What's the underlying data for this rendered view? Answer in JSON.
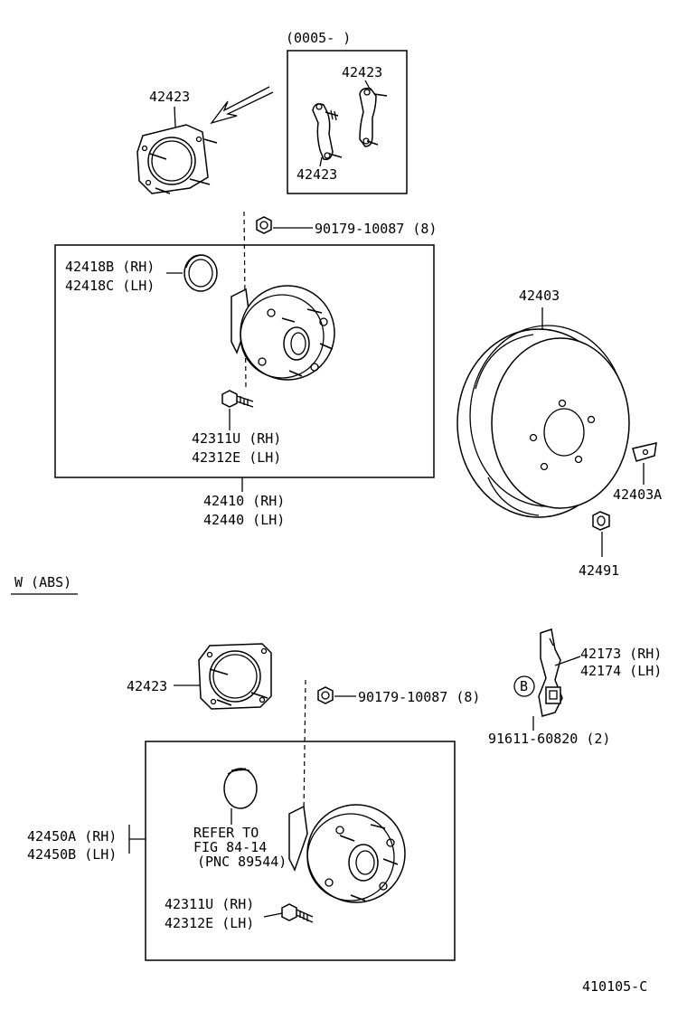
{
  "diagram": {
    "serial_range": "(0005-      )",
    "section_heading": "W (ABS)",
    "figure_code": "410105-C",
    "callouts": {
      "bracket_top_left": "42423",
      "bracket_inset_top": "42423",
      "bracket_inset_bottom": "42423",
      "nut_upper": "90179-10087 (8)",
      "oil_seal_rh": "42418B (RH)",
      "oil_seal_lh": "42418C (LH)",
      "hub_bolt_upper_rh": "42311U (RH)",
      "hub_bolt_upper_lh": "42312E (LH)",
      "hub_assy_rh": "42410 (RH)",
      "hub_assy_lh": "42440 (LH)",
      "drum": "42403",
      "drum_plug": "42403A",
      "drum_nut": "42491",
      "bracket_lower": "42423",
      "nut_lower": "90179-10087 (8)",
      "sensor_rh": "42173 (RH)",
      "sensor_lh": "42174 (LH)",
      "circle_ref": "B",
      "clip": "91611-60820 (2)",
      "refer_line1": "REFER TO",
      "refer_line2": "FIG 84-14",
      "refer_line3": "(PNC 89544)",
      "hub_abs_rh": "42450A (RH)",
      "hub_abs_lh": "42450B (LH)",
      "hub_bolt_lower_rh": "42311U (RH)",
      "hub_bolt_lower_lh": "42312E (LH)"
    }
  }
}
